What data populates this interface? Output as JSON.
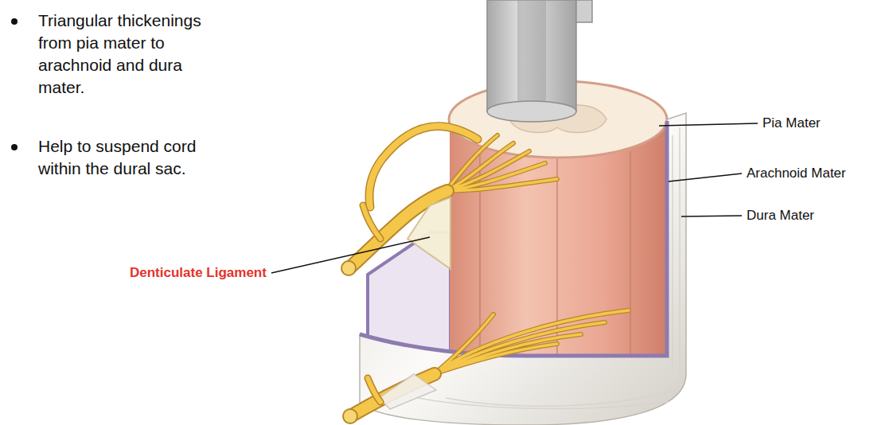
{
  "diagram": {
    "labels": [
      "Triangular thickenings from pia mater to arachnoid and dura mater.",
      "Help to suspend cord within the dural sac.",
      "Pia Mater",
      "Arachnoid Mater",
      "Dura Mater",
      "Denticulate Ligament"
    ]
  }
}
